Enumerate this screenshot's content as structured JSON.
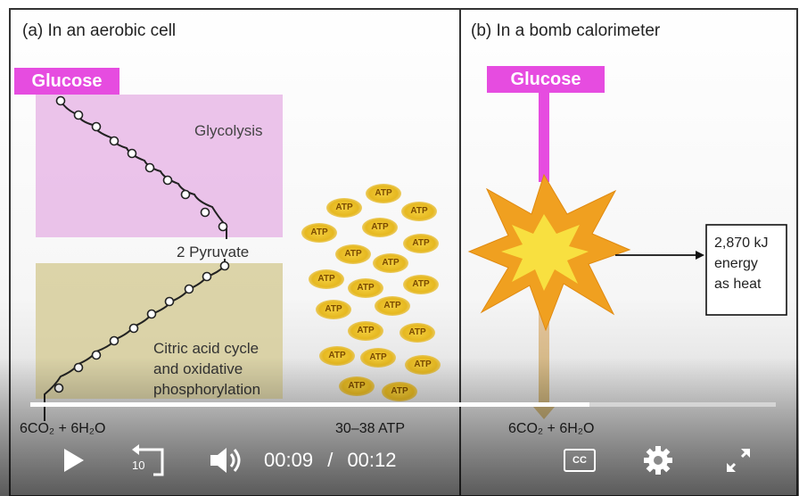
{
  "diagram": {
    "panel_a": {
      "title": "(a) In an aerobic cell",
      "glucose_label": "Glucose",
      "glycolysis_label": "Glycolysis",
      "pyruvate_label": "2 Pyruvate",
      "citric_label_line1": "Citric acid cycle",
      "citric_label_line2": "and oxidative",
      "citric_label_line3": "phosphorylation",
      "products_label": "6CO₂ + 6H₂O",
      "atp_total_label": "30–38 ATP",
      "atp_token": "ATP"
    },
    "panel_b": {
      "title": "(b) In a bomb calorimeter",
      "glucose_label": "Glucose",
      "energy_line1": "2,870 kJ",
      "energy_line2": "energy",
      "energy_line3": "as heat",
      "products_label": "6CO₂ + 6H₂O"
    }
  },
  "player": {
    "current_time": "00:09",
    "separator": "/",
    "duration": "00:12",
    "progress": 0.75,
    "skip_back_seconds": "10",
    "cc_label": "CC",
    "colors": {
      "glucose_magenta": "#e64ce0",
      "glycolysis_box": "#e8b8e6",
      "citric_box": "#d8cfa0",
      "starburst_outer": "#f0a020",
      "starburst_inner": "#f8e040"
    }
  }
}
